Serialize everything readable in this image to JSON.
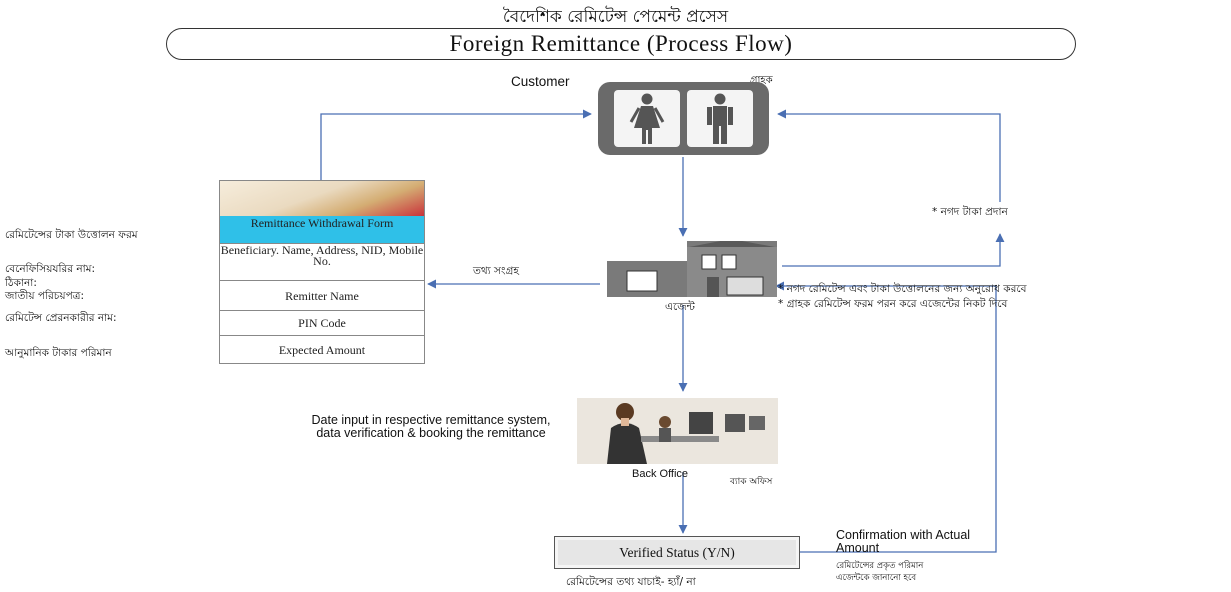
{
  "title_bn": "বৈদেশিক রেমিটেন্স পেমেন্ট প্রসেস",
  "title_en": "Foreign Remittance (Process Flow)",
  "customer": {
    "label_en": "Customer",
    "label_bn": "গ্রাহক"
  },
  "agent": {
    "label_bn": "এজেন্ট"
  },
  "back_office": {
    "label_en": "Back Office",
    "label_bn": "ব্যাক অফিস"
  },
  "form": {
    "title": "Remittance Withdrawal Form",
    "beneficiary": "Beneficiary. Name, Address, NID, Mobile No.",
    "remitter": "Remitter Name",
    "pin": "PIN Code",
    "amount": "Expected Amount"
  },
  "form_labels_bn": {
    "title": "রেমিটেন্সের টাকা উত্তোলন ফরম",
    "beneficiary_1": "বেনেফিসিয়যরির নাম:",
    "beneficiary_2": "ঠিকানা:",
    "beneficiary_3": "জাতীয় পরিচয়পত্র:",
    "remitter": "রেমিটেন্স প্রেরনকারীর নাম:",
    "amount": "আনুমানিক টাকার পরিমান"
  },
  "edge_labels": {
    "info_collection": "তথ্য সংগ্রহ",
    "cash_payment": "* নগদ টাকা প্রদান",
    "agent_note_1": "* নগদ রেমিটেন্স এবং টাকা উত্তোলনের জন্য অনুরোধ করবে",
    "agent_note_2": "* গ্রাহক রেমিটেন্স ফরম পরন করে এজেন্টের নিকট দিবে",
    "data_input": "Date input in respective remittance system, data verification & booking the remittance",
    "confirmation_en": "Confirmation with Actual Amount",
    "confirmation_bn_1": "রেমিটেন্সের প্রকৃত পরিমান",
    "confirmation_bn_2": "এজেন্টকে জানানো হবে"
  },
  "verified": {
    "label": "Verified Status (Y/N)",
    "caption_bn": "রেমিটেন্সের তথ্য যাচাই- হ্যাঁ/ না"
  },
  "colors": {
    "arrow": "#4a6fb3",
    "form_header": "#2fc0e8",
    "icon_gray": "#6a6a6a"
  }
}
